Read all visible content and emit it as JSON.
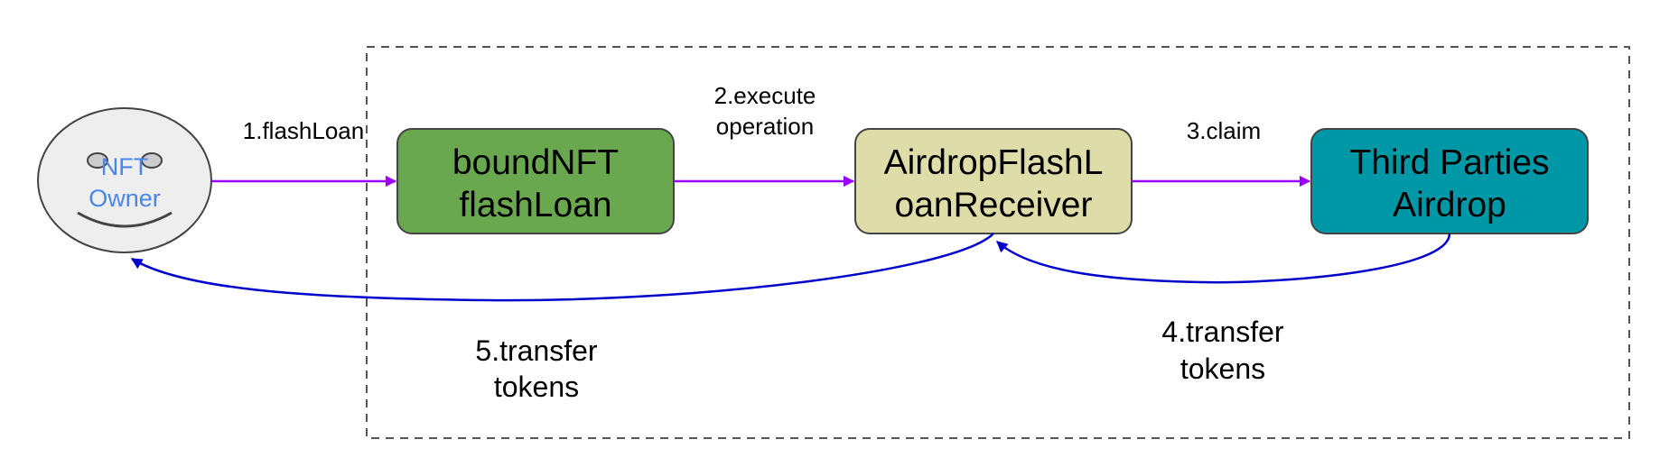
{
  "colors": {
    "bound_nft": "#6aa84f",
    "receiver": "#dedca8",
    "airdrop": "#0097a7",
    "owner_fill": "#eeeeee",
    "owner_text": "#4a86e8",
    "purple_arrow": "#9900ff",
    "blue_arrow": "#0000cc",
    "boundary": "#555555"
  },
  "nodes": {
    "owner": {
      "line1": "NFT",
      "line2": "Owner",
      "icon": "smiley-face-icon"
    },
    "bound_nft": {
      "line1": "boundNFT",
      "line2": "flashLoan"
    },
    "receiver": {
      "line1": "AirdropFlashL",
      "line2": "oanReceiver"
    },
    "airdrop": {
      "line1": "Third Parties",
      "line2": "Airdrop"
    }
  },
  "edges": {
    "e1": {
      "label": "1.flashLoan"
    },
    "e2": {
      "line1": "2.execute",
      "line2": "operation"
    },
    "e3": {
      "label": "3.claim"
    },
    "e4": {
      "line1": "4.transfer",
      "line2": "tokens"
    },
    "e5": {
      "line1": "5.transfer",
      "line2": "tokens"
    }
  }
}
